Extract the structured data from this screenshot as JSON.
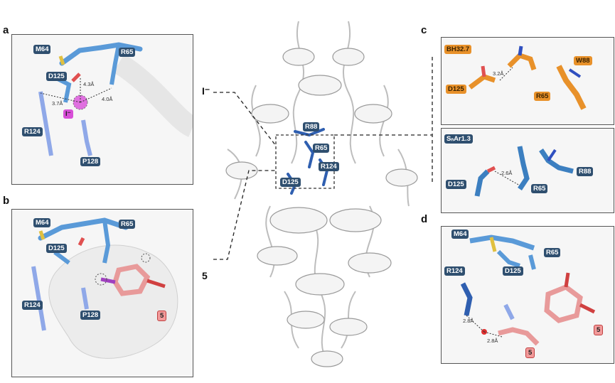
{
  "panels": {
    "a": {
      "letter": "a",
      "labels": {
        "m64": "M64",
        "r65": "R65",
        "d125": "D125",
        "r124": "R124",
        "p128": "P128",
        "ion": "I⁻"
      },
      "distances": [
        "4.3Å",
        "3.7Å",
        "4.0Å"
      ]
    },
    "b": {
      "letter": "b",
      "labels": {
        "m64": "M64",
        "r65": "R65",
        "d125": "D125",
        "r124": "R124",
        "p128": "P128",
        "ligand": "5"
      }
    },
    "c": {
      "letter": "c",
      "top": {
        "variant": "BH32.7",
        "d125": "D125",
        "r65": "R65",
        "w88": "W88",
        "distance": "3.2Å"
      },
      "bottom": {
        "variant": "SₙAr1.3",
        "d125": "D125",
        "r65": "R65",
        "r88": "R88",
        "distance": "2.6Å"
      }
    },
    "d": {
      "letter": "d",
      "labels": {
        "m64": "M64",
        "r65": "R65",
        "r124": "R124",
        "d125": "D125",
        "ligand_right": "5",
        "ligand_bottom": "5"
      },
      "distances": [
        "2.8Å",
        "2.8Å"
      ]
    }
  },
  "center": {
    "labels": {
      "r88": "R88",
      "r65": "R65",
      "r124": "R124",
      "d125": "D125"
    },
    "callout_iodide": "I⁻",
    "callout_ligand": "5"
  },
  "colors": {
    "blue_residue": "#4a8fd0",
    "orange_residue": "#e8912a",
    "ligand": "#e89a9a",
    "iodide": "#d84fd8"
  }
}
